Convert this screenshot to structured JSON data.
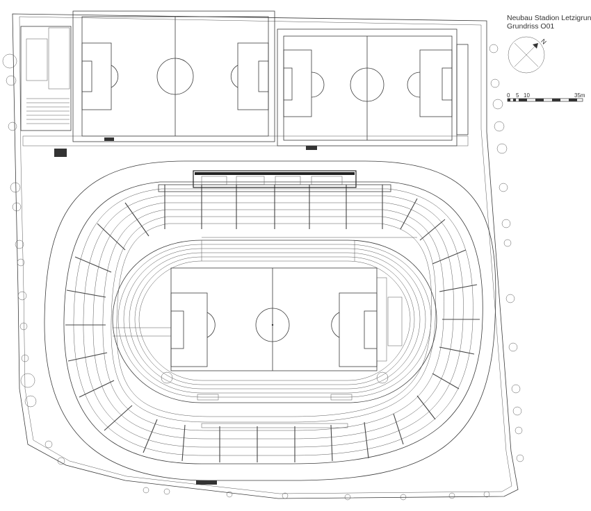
{
  "title": {
    "line1": "Neubau Stadion Letzigrund",
    "line2": "Grundriss O01"
  },
  "north": {
    "label": "N"
  },
  "scale": {
    "ticks": [
      "0",
      "5",
      "10"
    ],
    "end_label": "35m"
  },
  "colors": {
    "ink": "#3a3a3a",
    "background": "#ffffff"
  }
}
